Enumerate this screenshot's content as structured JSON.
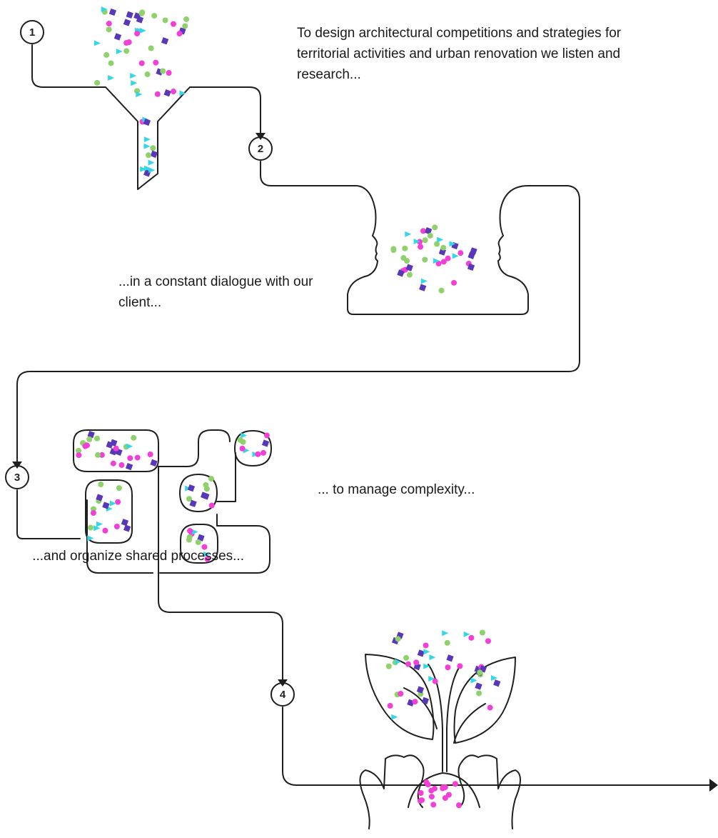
{
  "steps": [
    {
      "number": "1",
      "text": "To design architectural competitions and strategies for territorial activities and urban renovation we listen and research..."
    },
    {
      "number": "2",
      "text": "...in a constant dialogue with our client..."
    },
    {
      "number": "3",
      "text": "... to manage complexity..."
    },
    {
      "number": "4",
      "text": "...and organize shared processes..."
    }
  ],
  "colors": {
    "line": "#1f1f1f",
    "magenta": "#f23fd8",
    "green": "#8fd16a",
    "cyan": "#35d6e6",
    "purple": "#5838b8"
  },
  "icons": [
    "funnel-icon",
    "dialogue-heads-icon",
    "complexity-capsules-icon",
    "sprout-hands-icon",
    "arrow-head-icon"
  ]
}
